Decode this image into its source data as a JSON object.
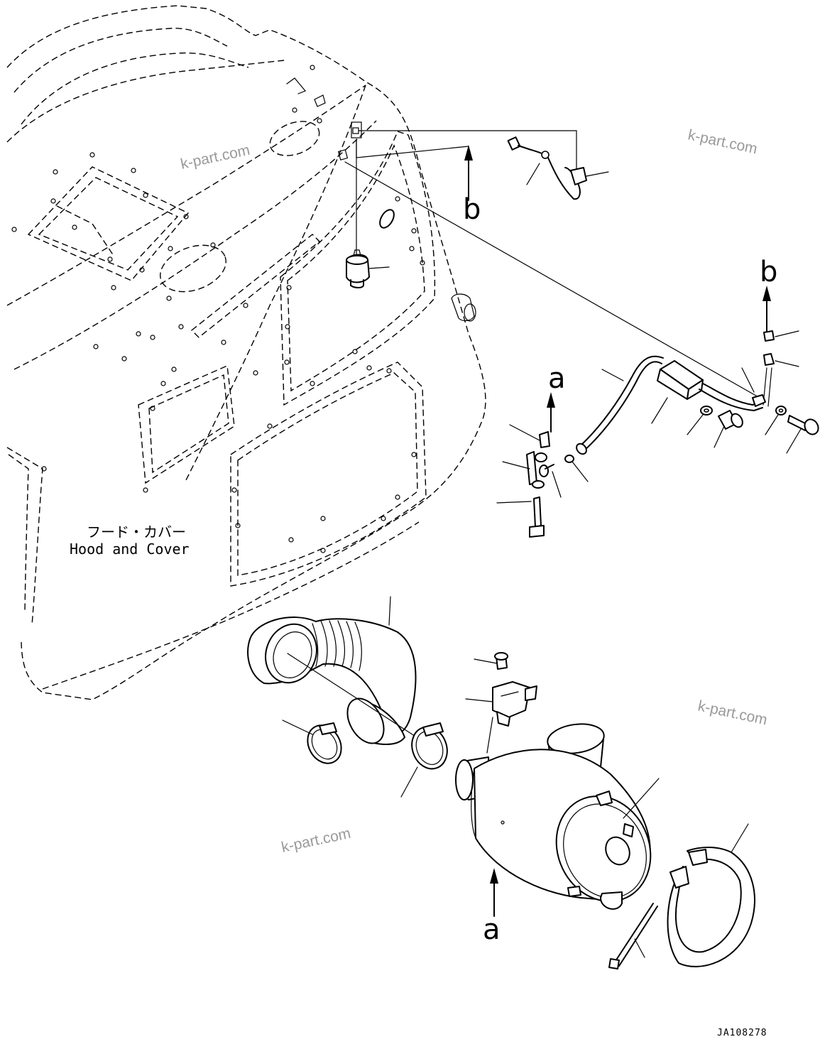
{
  "diagram": {
    "hood_label_jp": "フード・カバー",
    "hood_label_en": "Hood and Cover",
    "ref_a_top": "a",
    "ref_a_bottom": "a",
    "ref_b_top": "b",
    "ref_b_right": "b",
    "drawing_code": "JA108278"
  },
  "watermarks": [
    "k-part.com",
    "k-part.com",
    "k-part.com",
    "k-part.com"
  ]
}
